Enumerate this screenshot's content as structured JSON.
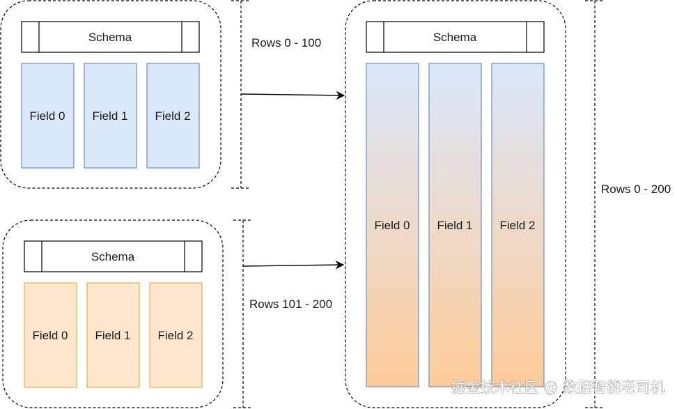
{
  "diagram": {
    "top_batch": {
      "schema_label": "Schema",
      "fields": [
        "Field 0",
        "Field 1",
        "Field 2"
      ],
      "rows_label": "Rows 0 - 100",
      "fill": "#dae8fc",
      "stroke": "#6c8ebf"
    },
    "bottom_batch": {
      "schema_label": "Schema",
      "fields": [
        "Field 0",
        "Field 1",
        "Field 2"
      ],
      "rows_label": "Rows 101 - 200",
      "fill": "#ffe6cc",
      "stroke": "#d6b656"
    },
    "merged_batch": {
      "schema_label": "Schema",
      "fields": [
        "Field 0",
        "Field 1",
        "Field 2"
      ],
      "rows_label": "Rows 0 - 200",
      "gradient_top": "#dae8fc",
      "gradient_bottom": "#ffcc99",
      "stroke": "#6c8ebf"
    }
  },
  "watermark": "掘金技术社区 @ 数据智能老司机"
}
